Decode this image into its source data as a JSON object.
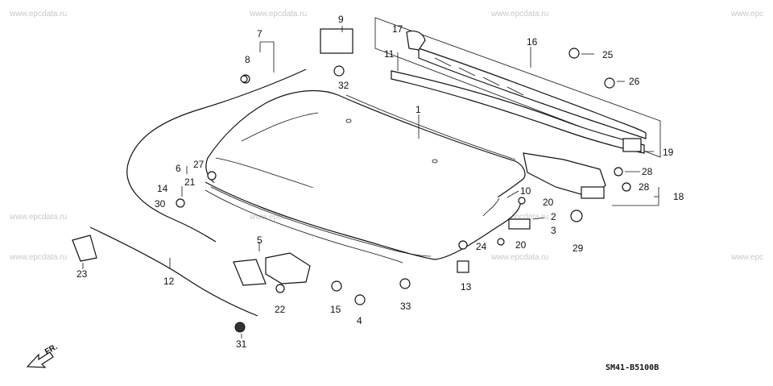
{
  "watermark": "www.epcdata.ru",
  "watermark_cut": "www.epc",
  "diagram_code": "SM41-B5100B",
  "front_marker": "FR.",
  "callouts": [
    "1",
    "2",
    "3",
    "4",
    "5",
    "6",
    "7",
    "8",
    "9",
    "10",
    "11",
    "12",
    "13",
    "14",
    "15",
    "16",
    "17",
    "18",
    "19",
    "20",
    "21",
    "22",
    "23",
    "24",
    "25",
    "26",
    "27",
    "28",
    "29",
    "30",
    "31",
    "32",
    "33"
  ]
}
